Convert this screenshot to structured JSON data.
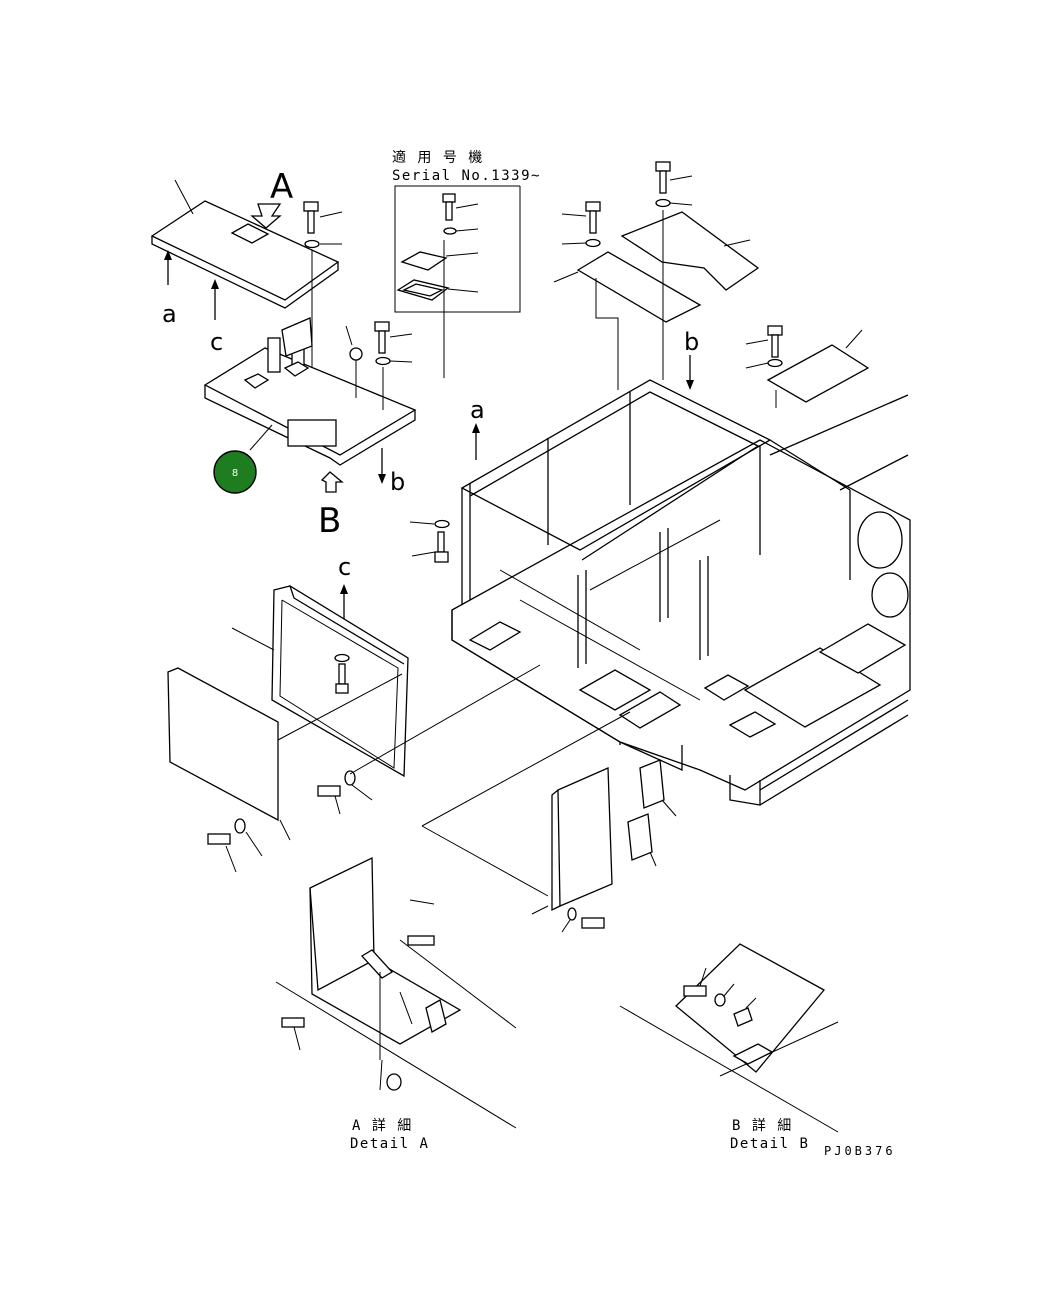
{
  "serial_box": {
    "line1": "適 用 号 機",
    "line2": "Serial No.1339~"
  },
  "view_labels": {
    "A": "A",
    "B": "B",
    "a_left": "a",
    "c_left": "c",
    "b_left": "b",
    "a_frame": "a",
    "b_frame": "b",
    "c_frame": "c"
  },
  "details": {
    "a_line1": "A 詳 細",
    "a_line2": "Detail A",
    "b_line1": "B 詳 細",
    "b_line2": "Detail B"
  },
  "callout": {
    "number": "8",
    "color": "#1e7d1e"
  },
  "drawing_code": "PJ0B376"
}
